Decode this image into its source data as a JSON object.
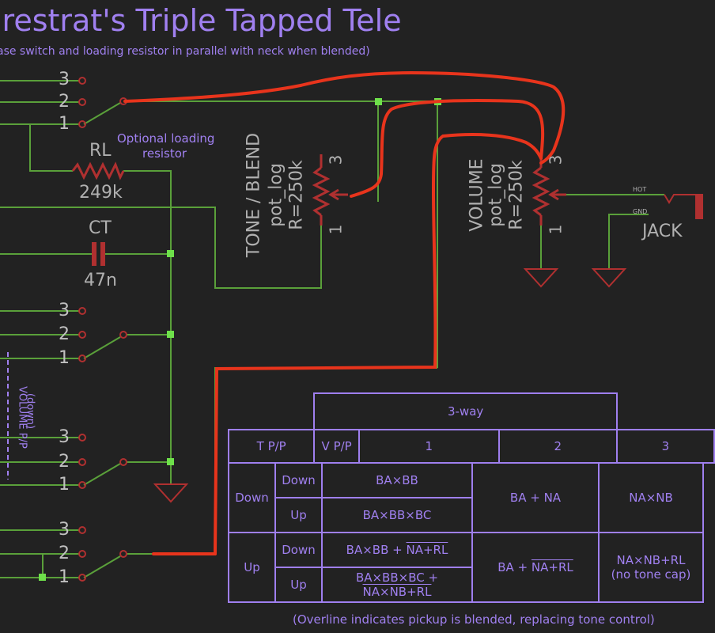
{
  "title": "irestrat's Triple Tapped Tele",
  "subtitle": "ase switch and loading resistor in parallel with neck when blended)",
  "labels": {
    "optional_line1": "Optional loading",
    "optional_line2": "resistor",
    "rl_name": "RL",
    "rl_value": "249k",
    "ct_name": "CT",
    "ct_value": "47n",
    "tone_name": "TONE / BLEND",
    "tone_type": "pot_log",
    "tone_r": "R=250k",
    "vol_name": "VOLUME",
    "vol_type": "pot_log",
    "vol_r": "R=250k",
    "pin3": "3",
    "pin1": "1",
    "jack": "JACK",
    "hot": "HOT",
    "gnd": "GND",
    "vpp_line1": "VOLUME P/P",
    "vpp_line2": "(down)"
  },
  "switch_numbers": [
    "3",
    "2",
    "1"
  ],
  "table": {
    "group_header": "3-way",
    "col_tpp": "T P/P",
    "col_vpp": "V P/P",
    "col1": "1",
    "col2": "2",
    "col3": "3",
    "down": "Down",
    "up": "Up",
    "r1c1": "BA×BB",
    "r2c1": "BA×BB×BC",
    "rdown_c2": "BA + NA",
    "rdown_c3": "NA×NB",
    "r3c1_plain": "BA×BB + ",
    "r3c1_over": "NA+RL",
    "r4c1_plain": "BA×BB×BC + ",
    "r4c1_over": "NA×NB+RL",
    "rup_c2_plain": "BA + ",
    "rup_c2_over": "NA+RL",
    "rup_c3_line1": "NA×NB+RL",
    "rup_c3_line2": "(no tone cap)"
  },
  "footnote": "(Overline indicates pickup is blended, replacing tone control)"
}
